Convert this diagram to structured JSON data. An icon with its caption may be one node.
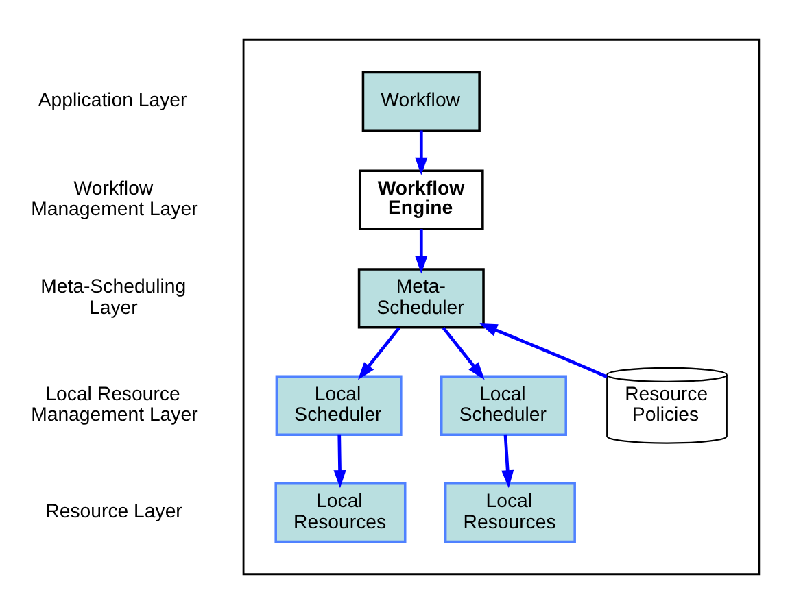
{
  "diagram": {
    "nodes": [
      {
        "text": [],
        "shape": "box"
      },
      {
        "text": [
          "Workflow"
        ],
        "in": 0
      },
      {
        "text": [
          "Workflow Engine"
        ],
        "in": 0
      },
      {
        "text": [
          "Meta-Scheduler"
        ],
        "in": 0
      },
      {
        "text": [
          "Local Scheduler"
        ],
        "in": 0
      },
      {
        "text": [
          "Local Scheduler"
        ],
        "in": 0
      },
      {
        "text": [
          "Resource Policies"
        ],
        "in": 0
      },
      {
        "text": [
          "Local Resources"
        ],
        "in": 0
      },
      {
        "text": [
          "Local Resources"
        ],
        "in": 0
      }
    ],
    "edges": [
      {
        "from": 1,
        "to": 2,
        "arrow": "to"
      },
      {
        "from": 2,
        "to": 3,
        "arrow": "to"
      },
      {
        "from": 3,
        "to": 4,
        "arrow": "to"
      },
      {
        "from": 3,
        "to": 5,
        "arrow": "to"
      },
      {
        "from": 6,
        "to": 3,
        "arrow": "to"
      },
      {
        "from": 4,
        "to": 7,
        "arrow": "to"
      },
      {
        "from": 5,
        "to": 8,
        "arrow": "to"
      }
    ],
    "labels": [
      "Application Layer",
      "Workflow Management Layer",
      "Meta-Scheduling Layer",
      "Local Resource Management Layer",
      "Resource Layer"
    ]
  }
}
